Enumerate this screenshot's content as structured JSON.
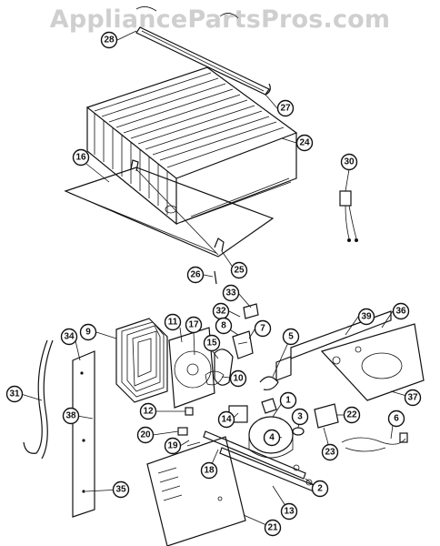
{
  "watermark": "AppliancePartsPros.com",
  "callouts": [
    "28",
    "27",
    "24",
    "16",
    "30",
    "26",
    "25",
    "33",
    "32",
    "8",
    "7",
    "39",
    "36",
    "9",
    "11",
    "17",
    "15",
    "5",
    "34",
    "10",
    "1",
    "12",
    "14",
    "3",
    "22",
    "6",
    "31",
    "38",
    "20",
    "19",
    "4",
    "23",
    "18",
    "2",
    "37",
    "35",
    "13",
    "21"
  ],
  "colors": {
    "line": "#111111",
    "watermark": "#cfcfcf",
    "background": "#ffffff"
  }
}
